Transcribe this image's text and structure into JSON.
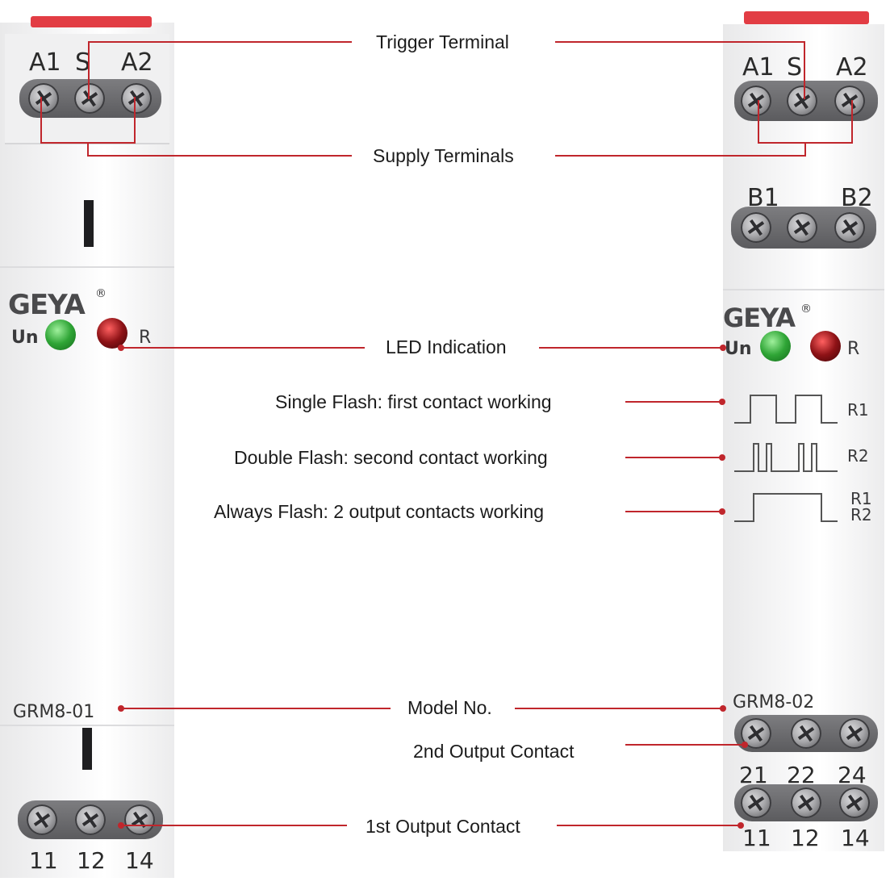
{
  "left_device": {
    "brand": "GEYA",
    "top_terminals": [
      "A1",
      "S",
      "A2"
    ],
    "led_labels": [
      "Un",
      "R"
    ],
    "model": "GRM8-01",
    "bottom_terminals": [
      "11",
      "12",
      "14"
    ]
  },
  "right_device": {
    "brand": "GEYA",
    "top_terminals": [
      "A1",
      "S",
      "A2"
    ],
    "mid_terminals": [
      "B1",
      "B2"
    ],
    "led_labels": [
      "Un",
      "R"
    ],
    "model": "GRM8-02",
    "contact2_terminals": [
      "21",
      "22",
      "24"
    ],
    "contact1_terminals": [
      "11",
      "12",
      "14"
    ]
  },
  "callouts": {
    "trigger": "Trigger Terminal",
    "supply": "Supply Terminals",
    "led": "LED Indication",
    "single": "Single Flash: first contact working",
    "double": "Double Flash: second contact working",
    "always": "Always Flash: 2 output contacts working",
    "model": "Model No.",
    "out2": "2nd Output Contact",
    "out1": "1st Output Contact"
  },
  "waveforms": [
    {
      "label": "R1"
    },
    {
      "label": "R2"
    },
    {
      "label_top": "R1",
      "label_bottom": "R2"
    }
  ],
  "colors": {
    "callout_line": "#c0262c",
    "led_green": "#2fa536",
    "led_red": "#8e1216"
  }
}
